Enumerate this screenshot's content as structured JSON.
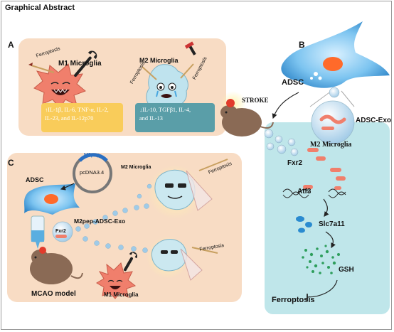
{
  "title": "Graphical Abstract",
  "panel_a": {
    "label": "A",
    "m1_label": "M1 Microglia",
    "m2_label": "M2 Microglia",
    "ferroptosis_left": "Ferroptosis",
    "ferroptosis_m2_a": "Ferroptosis",
    "ferroptosis_m2_b": "Ferroptosis",
    "m1_cytokines_line1": "↑IL-1β, IL-6, TNF-α, IL-2,",
    "m1_cytokines_line2": "IL-23, and IL-12p70",
    "m2_cytokines_line1": "↓IL-10, TGFβ1, IL-4,",
    "m2_cytokines_line2": "and IL-13"
  },
  "panel_b": {
    "label": "B",
    "stroke": "STROKE",
    "adsc": "ADSC",
    "adsc_exo": "ADSC-Exo",
    "m2_microglia": "M2 Microglia",
    "fxr2": "Fxr2",
    "atf3": "Atf3",
    "slc7a11": "Slc7a11",
    "gsh": "GSH",
    "ferroptosis": "Ferroptosis"
  },
  "panel_c": {
    "label": "C",
    "adsc": "ADSC",
    "m2pep": "M2pep",
    "plasmid": "pcDNA3.4",
    "m2_microglia": "M2 Microglia",
    "ferroptosis_a": "Ferroptosis",
    "ferroptosis_b": "Ferroptosis",
    "exo": "M2pep-ADSC-Exo",
    "fxr2": "Fxr2",
    "mcao": "MCAO model",
    "m1_microglia": "M1 Microglia"
  },
  "colors": {
    "panel_bg": "#f8dcc4",
    "pathway_bg": "#bfe6ea",
    "m1_box": "#f9cc5a",
    "m2_box": "#5a9ea8",
    "cell_blue": "#3a9ad9",
    "m1_cell": "#f07f6c",
    "gsh_green": "#2e9e5c"
  }
}
